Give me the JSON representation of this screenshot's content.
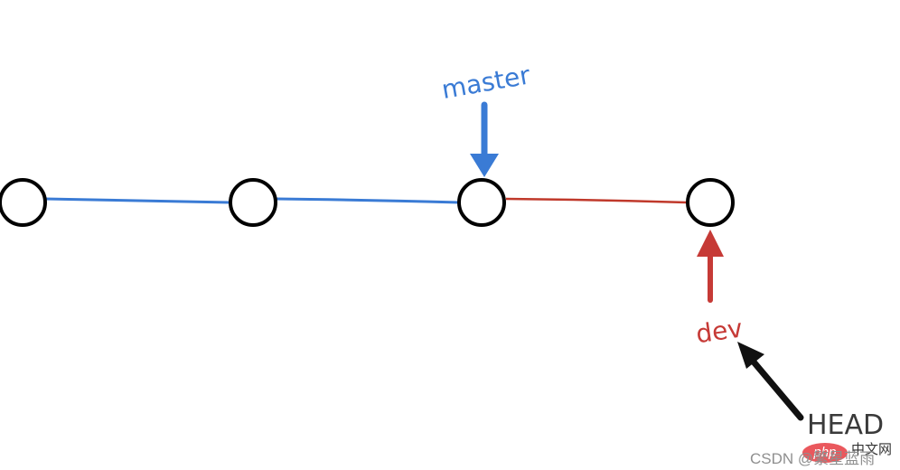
{
  "diagram": {
    "commits": [
      {
        "id": "c1"
      },
      {
        "id": "c2"
      },
      {
        "id": "c3"
      },
      {
        "id": "c4"
      }
    ],
    "edges": [
      {
        "from": "c1",
        "to": "c2",
        "color": "#3a7bd5"
      },
      {
        "from": "c2",
        "to": "c3",
        "color": "#3a7bd5"
      },
      {
        "from": "c3",
        "to": "c4",
        "color": "#c0392b"
      }
    ],
    "pointers": {
      "master": {
        "label": "master",
        "target": "c3",
        "color": "#3a7bd5"
      },
      "dev": {
        "label": "dev",
        "target": "c4",
        "color": "#c63a36"
      },
      "head": {
        "label": "HEAD",
        "target": "dev",
        "color": "#111111"
      }
    }
  },
  "watermark": {
    "site_logo": "php",
    "site_cn": "中文网",
    "author": "CSDN @繁星蓝雨"
  }
}
